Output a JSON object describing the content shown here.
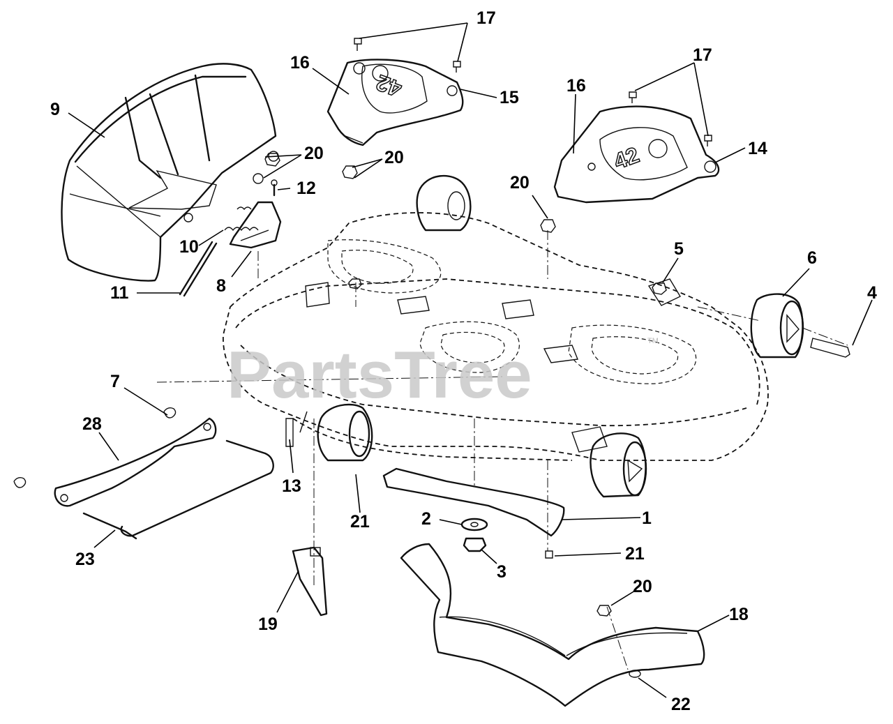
{
  "watermark": {
    "text": "PartsTree",
    "trademark": "TM"
  },
  "emblems": {
    "left_cover": "42",
    "right_cover": "42"
  },
  "callouts": [
    "17",
    "16",
    "15",
    "9",
    "20",
    "20",
    "12",
    "10",
    "11",
    "8",
    "16",
    "17",
    "14",
    "20",
    "5",
    "6",
    "4",
    "7",
    "28",
    "13",
    "21",
    "2",
    "1",
    "3",
    "21",
    "23",
    "19",
    "20",
    "18",
    "22"
  ]
}
